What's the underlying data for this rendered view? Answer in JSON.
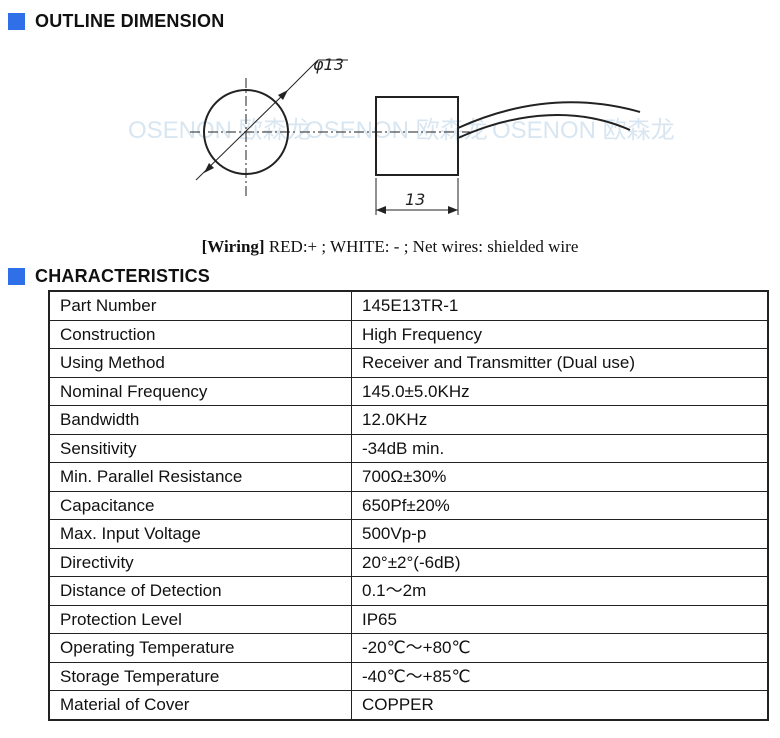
{
  "sections": {
    "outline": {
      "title": "OUTLINE DIMENSION"
    },
    "characteristics": {
      "title": "CHARACTERISTICS"
    }
  },
  "drawing": {
    "diameter_label": "φ13",
    "length_label": "13",
    "watermark": "OSENON 欧森龙"
  },
  "wiring": {
    "label": "[Wiring]",
    "text": " RED:+ ;    WHITE: - ;    Net wires: shielded wire"
  },
  "colors": {
    "accent": "#2f6fe8"
  },
  "specs": [
    {
      "key": "Part Number",
      "value": "145E13TR-1"
    },
    {
      "key": "Construction",
      "value": "High Frequency"
    },
    {
      "key": "Using Method",
      "value": "Receiver and Transmitter (Dual use)"
    },
    {
      "key": "Nominal Frequency",
      "value": "145.0±5.0KHz"
    },
    {
      "key": "Bandwidth",
      "value": "12.0KHz"
    },
    {
      "key": "Sensitivity",
      "value": "-34dB min."
    },
    {
      "key": "Min. Parallel Resistance",
      "value": "700Ω±30%"
    },
    {
      "key": "Capacitance",
      "value": "650Pf±20%"
    },
    {
      "key": "Max. Input Voltage",
      "value": "500Vp-p"
    },
    {
      "key": "Directivity",
      "value": "20°±2°(-6dB)"
    },
    {
      "key": "Distance of Detection",
      "value": "0.1～2m"
    },
    {
      "key": "Protection Level",
      "value": "IP65"
    },
    {
      "key": "Operating Temperature",
      "value": "-20℃～+80℃"
    },
    {
      "key": "Storage Temperature",
      "value": "-40℃～+85℃"
    },
    {
      "key": "Material of Cover",
      "value": "COPPER"
    }
  ]
}
